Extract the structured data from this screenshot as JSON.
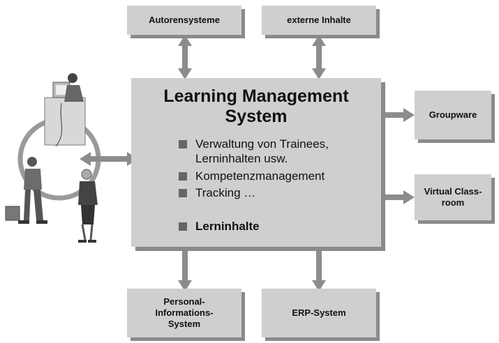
{
  "lms": {
    "title_line1": "Learning Management",
    "title_line2": "System",
    "bullets": [
      {
        "lines": [
          "Verwaltung von Trainees,",
          "Lerninhalten usw."
        ]
      },
      {
        "lines": [
          "Kompetenzmanagement"
        ]
      },
      {
        "lines": [
          "Tracking …"
        ]
      },
      {
        "lines": [
          "Lerninhalte"
        ]
      }
    ]
  },
  "boxes": {
    "autorensysteme": [
      "Autorensysteme"
    ],
    "externe_inhalte": [
      "externe Inhalte"
    ],
    "groupware": [
      "Groupware"
    ],
    "virtual_classroom": [
      "Virtual Class-",
      "room"
    ],
    "personal_informations_system": [
      "Personal-",
      "Informations-",
      "System"
    ],
    "erp_system": [
      "ERP-System"
    ]
  },
  "colors": {
    "box_fill": "#cfcfcf",
    "box_shadow": "#8a8a8a",
    "arrow": "#8c8c8c",
    "bullet": "#666666"
  },
  "icons": [
    "people-cycle-illustration",
    "double-arrow-icon"
  ]
}
